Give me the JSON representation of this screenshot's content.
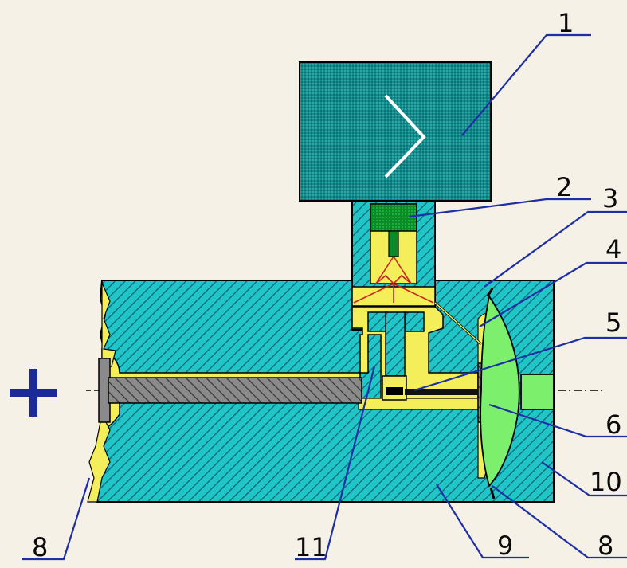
{
  "diagram": {
    "callouts": [
      {
        "id": "c1",
        "label": "1"
      },
      {
        "id": "c2",
        "label": "2"
      },
      {
        "id": "c3",
        "label": "3"
      },
      {
        "id": "c4",
        "label": "4"
      },
      {
        "id": "c5",
        "label": "5"
      },
      {
        "id": "c6",
        "label": "6"
      },
      {
        "id": "c8a",
        "label": "8"
      },
      {
        "id": "c8b",
        "label": "8"
      },
      {
        "id": "c9",
        "label": "9"
      },
      {
        "id": "c10",
        "label": "10"
      },
      {
        "id": "c11",
        "label": "11"
      }
    ],
    "plus_sign": "+",
    "colors": {
      "body_fill": "#20c6c6",
      "hatch": "#0c5a78",
      "actuator": "#158f92",
      "passage": "#f3ee5a",
      "plunger": "#0d8d2a",
      "diaphragm": "#7cf06c",
      "electrode": "#7a7a7a",
      "leader": "#1e2fa6",
      "plus": "#1b2a99"
    }
  }
}
